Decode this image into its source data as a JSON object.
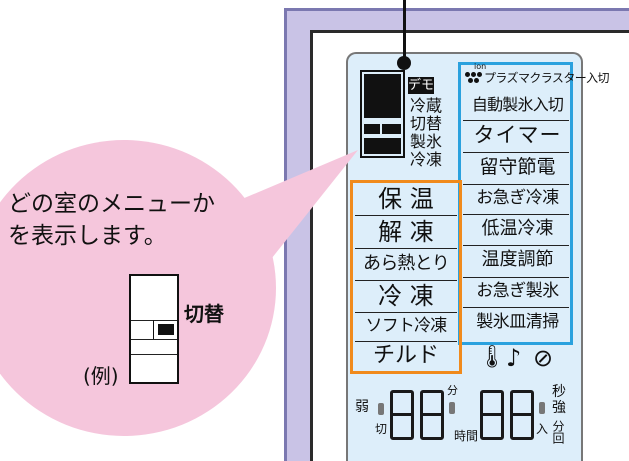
{
  "lcd_left": {
    "demo_badge": "デモ",
    "labels": [
      "冷蔵",
      "切替",
      "製氷",
      "冷凍"
    ]
  },
  "blue_menu": {
    "ion": "ion",
    "plasmacluster": "プラズマクラスター入切",
    "items": [
      "自動製氷入切",
      "タイマー",
      "留守節電",
      "お急ぎ冷凍",
      "低温冷凍",
      "温度調節",
      "お急ぎ製氷",
      "製氷皿清掃"
    ]
  },
  "orange_menu": {
    "items": [
      "保 温",
      "解 凍",
      "あら熱とり",
      "冷 凍",
      "ソフト冷凍",
      "チルド"
    ]
  },
  "status_icons": {
    "thermometer": "🌡",
    "note": "♪",
    "prohibited": "⊘"
  },
  "bottom_display": {
    "left_label": "弱",
    "left_sub": "切",
    "mid_top": "分",
    "mid_sub": "時間",
    "right_top": "秒",
    "right_mid": "強",
    "right_sub": "入",
    "right_bottom": "分回"
  },
  "callout": {
    "line1": "どの室のメニューか",
    "line2": "を表示します。",
    "switch_label": "切替",
    "example": "(例)"
  },
  "colors": {
    "lcd_bg": "#ddeefa",
    "blue_frame": "#2aa1de",
    "orange_frame": "#f08a1c",
    "bubble": "#f5c6dc",
    "outer_frame": "#c9c3e6"
  }
}
